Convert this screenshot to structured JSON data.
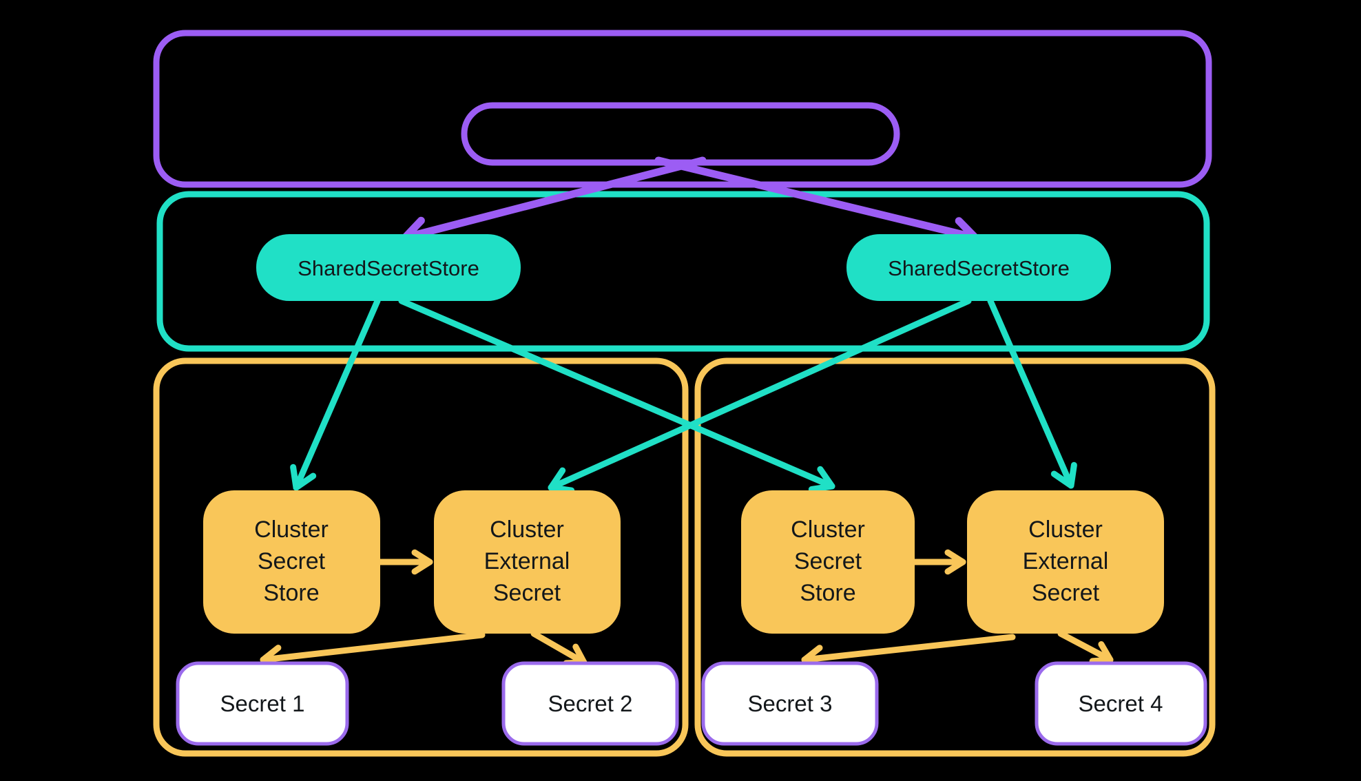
{
  "colors": {
    "background": "#000000",
    "purple": "#9C5DF4",
    "teal": "#20E0C6",
    "yellow": "#F9C659",
    "secret_border": "#9B6BEC",
    "white": "#FFFFFF",
    "text_dark": "#13171A"
  },
  "boxes": {
    "sss_left": {
      "label": "SharedSecretStore"
    },
    "sss_right": {
      "label": "SharedSecretStore"
    },
    "css_left": {
      "line1": "Cluster",
      "line2": "Secret",
      "line3": "Store"
    },
    "ces_left": {
      "line1": "Cluster",
      "line2": "External",
      "line3": "Secret"
    },
    "css_right": {
      "line1": "Cluster",
      "line2": "Secret",
      "line3": "Store"
    },
    "ces_right": {
      "line1": "Cluster",
      "line2": "External",
      "line3": "Secret"
    },
    "secret1": {
      "label": "Secret 1"
    },
    "secret2": {
      "label": "Secret 2"
    },
    "secret3": {
      "label": "Secret 3"
    },
    "secret4": {
      "label": "Secret 4"
    }
  }
}
